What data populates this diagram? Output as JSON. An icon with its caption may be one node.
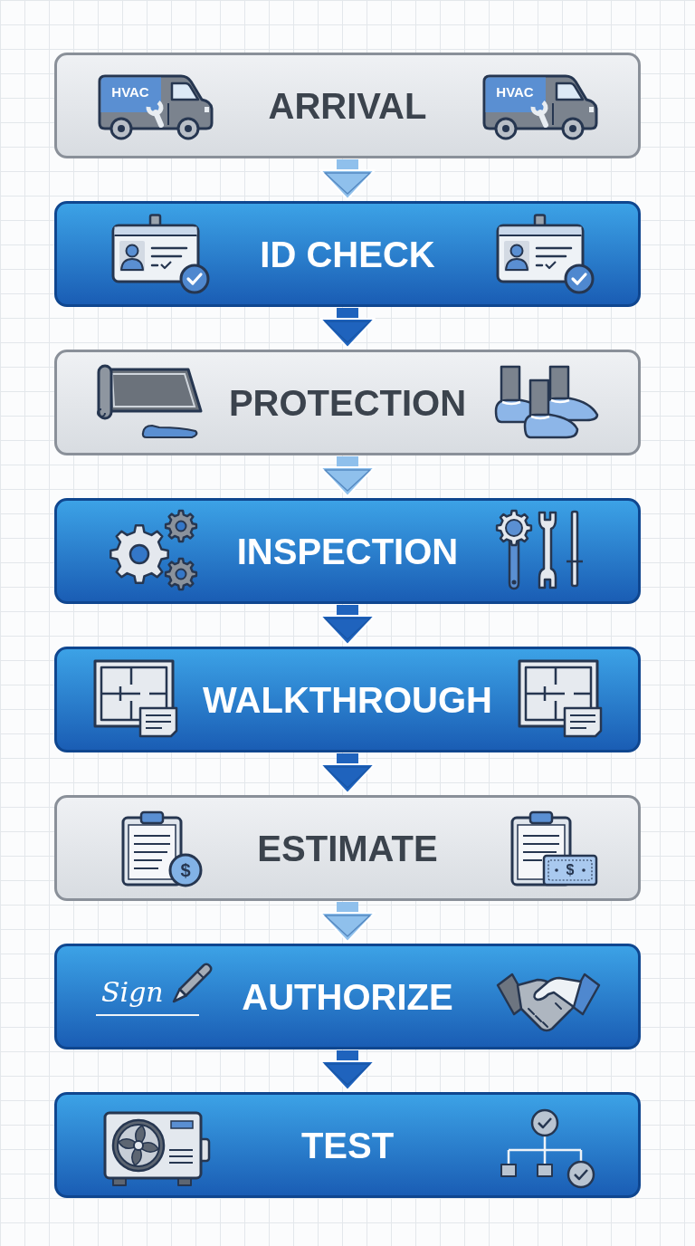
{
  "diagram": {
    "nodes": [
      {
        "text": [
          "ARRIVAL"
        ]
      },
      {
        "text": [
          "ID CHECK"
        ]
      },
      {
        "text": [
          "PROTECTION"
        ]
      },
      {
        "text": [
          "INSPECTION"
        ]
      },
      {
        "text": [
          "WALKTHROUGH"
        ]
      },
      {
        "text": [
          "ESTIMATE"
        ]
      },
      {
        "text": [
          "AUTHORIZE"
        ]
      },
      {
        "text": [
          "TEST"
        ]
      }
    ],
    "edges": [
      {
        "from": 0,
        "to": 1,
        "arrow": "to",
        "color": "#8fc0ec"
      },
      {
        "from": 1,
        "to": 2,
        "arrow": "to"
      },
      {
        "from": 2,
        "to": 3,
        "arrow": "to",
        "color": "#8fc0ec"
      },
      {
        "from": 3,
        "to": 4,
        "arrow": "to"
      },
      {
        "from": 4,
        "to": 5,
        "arrow": "to"
      },
      {
        "from": 5,
        "to": 6,
        "arrow": "to",
        "color": "#8fc0ec"
      },
      {
        "from": 6,
        "to": 7,
        "arrow": "to"
      }
    ],
    "labels": [
      "HVAC",
      "HVAC",
      "$",
      "$",
      "Sign"
    ]
  }
}
